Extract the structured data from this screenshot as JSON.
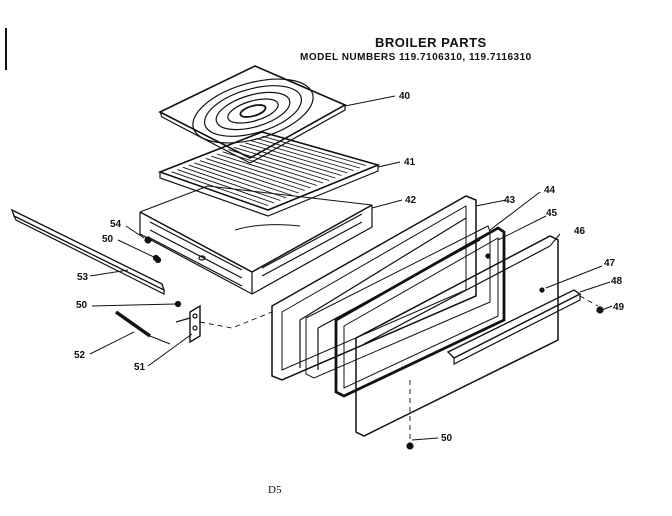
{
  "header": {
    "title": "BROILER PARTS",
    "subtitle": "MODEL NUMBERS 119.7106310, 119.7116310"
  },
  "footer": {
    "page_code": "D5"
  },
  "callouts": [
    {
      "id": "c40",
      "text": "40"
    },
    {
      "id": "c41",
      "text": "41"
    },
    {
      "id": "c42",
      "text": "42"
    },
    {
      "id": "c43",
      "text": "43"
    },
    {
      "id": "c44",
      "text": "44"
    },
    {
      "id": "c45",
      "text": "45"
    },
    {
      "id": "c46",
      "text": "46"
    },
    {
      "id": "c47",
      "text": "47"
    },
    {
      "id": "c48",
      "text": "48"
    },
    {
      "id": "c49",
      "text": "49"
    },
    {
      "id": "c50a",
      "text": "50"
    },
    {
      "id": "c50b",
      "text": "50"
    },
    {
      "id": "c50c",
      "text": "50"
    },
    {
      "id": "c51",
      "text": "51"
    },
    {
      "id": "c52",
      "text": "52"
    },
    {
      "id": "c53",
      "text": "53"
    },
    {
      "id": "c54",
      "text": "54"
    }
  ]
}
